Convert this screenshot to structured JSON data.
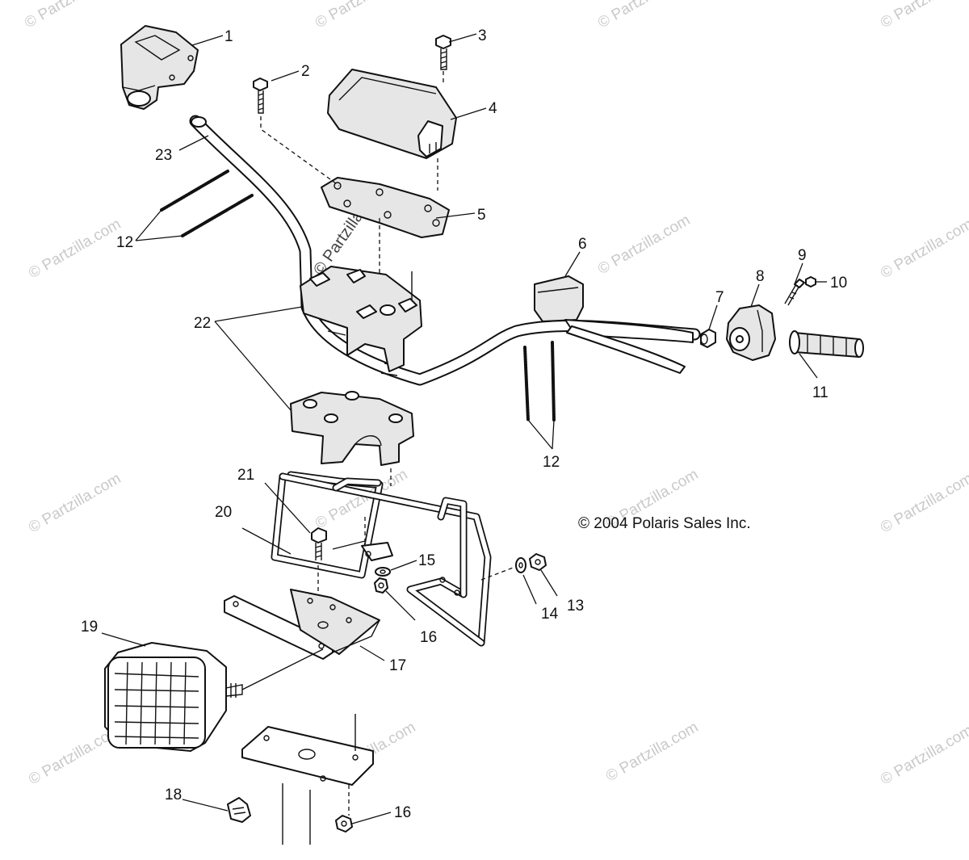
{
  "copyright": "© 2004 Polaris Sales Inc.",
  "watermark": {
    "grid": "© Partzilla.com",
    "diagonal": "© Partzilla.com"
  },
  "callouts": {
    "c1": "1",
    "c2": "2",
    "c3": "3",
    "c4": "4",
    "c5": "5",
    "c6": "6",
    "c7": "7",
    "c8": "8",
    "c9": "9",
    "c10": "10",
    "c11": "11",
    "c12a": "12",
    "c12b": "12",
    "c13": "13",
    "c14": "14",
    "c15": "15",
    "c16a": "16",
    "c16b": "16",
    "c17": "17",
    "c18": "18",
    "c19": "19",
    "c20": "20",
    "c21": "21",
    "c22": "22",
    "c23": "23"
  },
  "colors": {
    "line": "#111111",
    "watermark": "#c9c9c9",
    "background": "#ffffff"
  }
}
